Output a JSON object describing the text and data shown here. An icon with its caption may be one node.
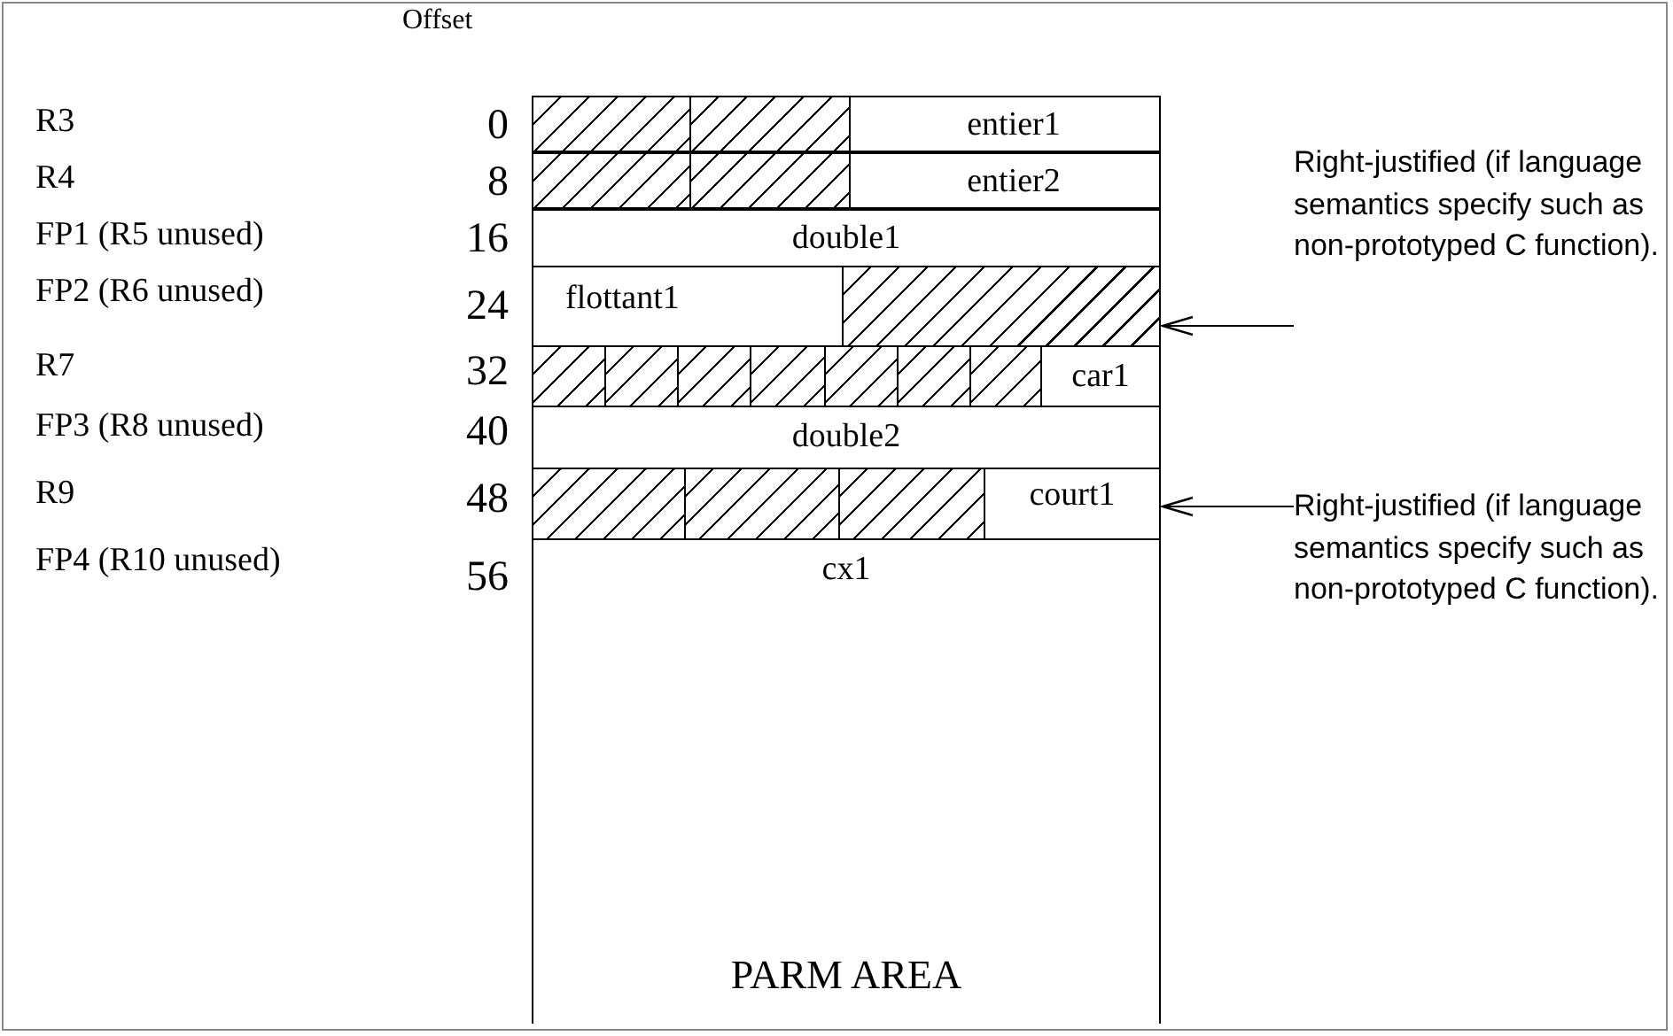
{
  "diagram": {
    "nodes": [
      {
        "text": [],
        "shape": "box"
      },
      {
        "text": [],
        "shape": "box"
      },
      {
        "text": [
          "entier1"
        ]
      },
      {
        "text": [],
        "shape": "box"
      },
      {
        "text": [],
        "shape": "box"
      },
      {
        "text": [
          "entier2"
        ]
      },
      {
        "text": [
          "double1"
        ]
      },
      {
        "text": [
          "flottant1"
        ]
      },
      {
        "text": [],
        "shape": "box"
      },
      {
        "text": [],
        "shape": "box"
      },
      {
        "text": [],
        "shape": "box"
      },
      {
        "text": [],
        "shape": "box"
      },
      {
        "text": [],
        "shape": "box"
      },
      {
        "text": [],
        "shape": "box"
      },
      {
        "text": [],
        "shape": "box"
      },
      {
        "text": [],
        "shape": "box"
      },
      {
        "text": [
          "car1"
        ]
      },
      {
        "text": [
          "double2"
        ]
      },
      {
        "text": [],
        "shape": "box"
      },
      {
        "text": [],
        "shape": "box"
      },
      {
        "text": [],
        "shape": "box"
      },
      {
        "text": [
          "court1"
        ]
      },
      {
        "text": [
          "cx1"
        ]
      },
      {
        "text": [
          "PARM AREA"
        ]
      },
      {
        "text": [
          "Right-justified (if language semantics specify such as non-prototyped C function)."
        ]
      },
      {
        "text": [
          "Right-justified (if language semantics specify such as non-prototyped C function)."
        ]
      }
    ],
    "edges": [
      {
        "from": 24,
        "to": 16,
        "arrow": "to"
      },
      {
        "from": 25,
        "to": 21,
        "arrow": "to"
      }
    ],
    "labels": [
      "Offset",
      "R3",
      "0",
      "R4",
      "8",
      "FP1 (R5 unused)",
      "16",
      "FP2 (R6 unused)",
      "24",
      "R7",
      "32",
      "FP3 (R8 unused)",
      "40",
      "R9",
      "48",
      "FP4 (R10 unused)",
      "56"
    ]
  }
}
